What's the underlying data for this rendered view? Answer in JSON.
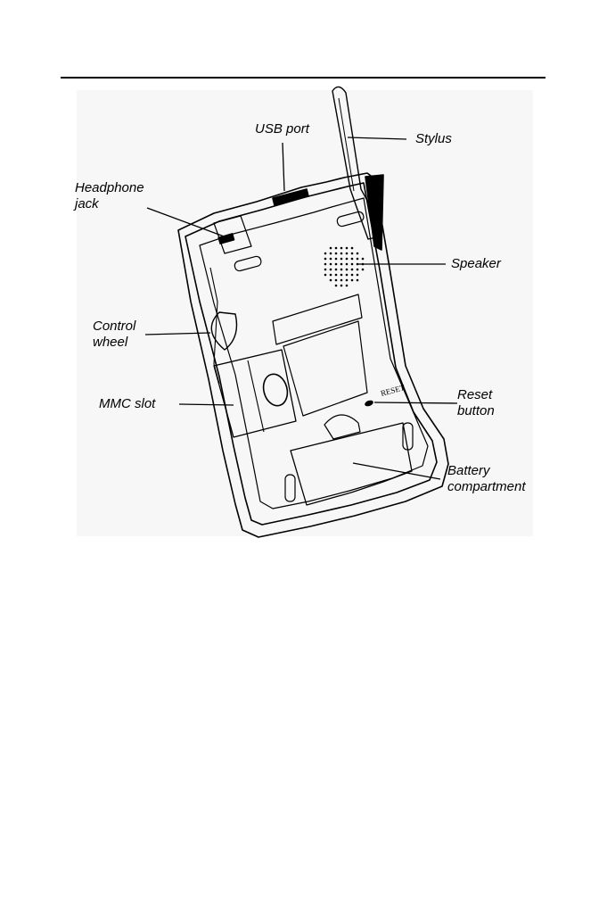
{
  "callouts": {
    "usb_port": "USB port",
    "stylus": "Stylus",
    "headphone_jack": "Headphone\njack",
    "speaker": "Speaker",
    "control_wheel": "Control\nwheel",
    "mmc_slot": "MMC slot",
    "reset_button": "Reset\nbutton",
    "battery_compartment": "Battery\ncompartment"
  },
  "device_markings": {
    "reset": "RESET"
  }
}
